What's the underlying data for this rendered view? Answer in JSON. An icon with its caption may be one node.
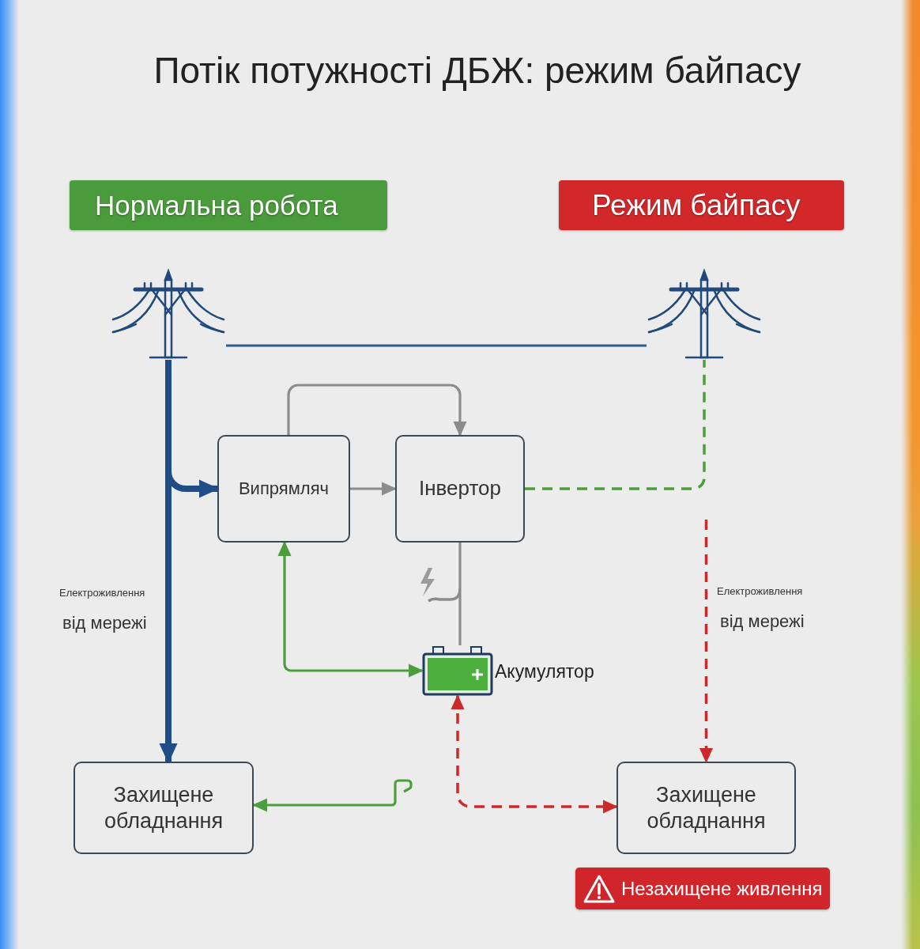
{
  "diagram": {
    "title": "Потік потужності ДБЖ: режим байпасу",
    "nodes": [
      {
        "text": [
          "Нормальна робота"
        ]
      },
      {
        "text": [
          "Режим байпасу"
        ]
      },
      {
        "text": [],
        "shape": "pylon"
      },
      {
        "text": [],
        "shape": "pylon"
      },
      {
        "text": [
          "Випрямляч"
        ]
      },
      {
        "text": [
          "Інвертор"
        ]
      },
      {
        "text": [],
        "shape": "battery",
        "beside": [
          "Акумулятор"
        ]
      },
      {
        "text": [
          "Захищене обладнання"
        ]
      },
      {
        "text": [
          "Захищене обладнання"
        ]
      },
      {
        "text": [
          "Незахищене живлення"
        ]
      }
    ],
    "edges": [
      {
        "from": 2,
        "to": 3,
        "arrow": "none",
        "color": "#2d5f8f"
      },
      {
        "from": 2,
        "to": 7,
        "arrow": "to",
        "style": "thick",
        "color": "#1f4e86"
      },
      {
        "from": 2,
        "to": 4,
        "arrow": "to",
        "style": "thick",
        "color": "#1f4e86"
      },
      {
        "from": 4,
        "to": 5,
        "arrow": "to",
        "color": "#8c8c8c"
      },
      {
        "from": 4,
        "to": 5,
        "arrow": "to",
        "color": "#8c8c8c"
      },
      {
        "from": 5,
        "to": 6,
        "arrow": "none",
        "color": "#8c8c8c"
      },
      {
        "from": 5,
        "to": 3,
        "arrow": "none",
        "style": "dashed",
        "color": "#4c9e3c"
      },
      {
        "from": 4,
        "to": 6,
        "arrow": "both",
        "color": "#4c9e3c"
      },
      {
        "from": null,
        "to": 7,
        "arrow": "to",
        "color": "#4c9e3c"
      },
      {
        "from": null,
        "to": 8,
        "arrow": "to",
        "style": "dashed",
        "color": "#cc2a2a"
      },
      {
        "from": 6,
        "to": 8,
        "arrow": "both",
        "style": "dashed",
        "color": "#cc2a2a"
      }
    ],
    "labels": [
      "Електроживлення",
      "від мережі",
      "Електроживлення",
      "від мережі"
    ]
  }
}
